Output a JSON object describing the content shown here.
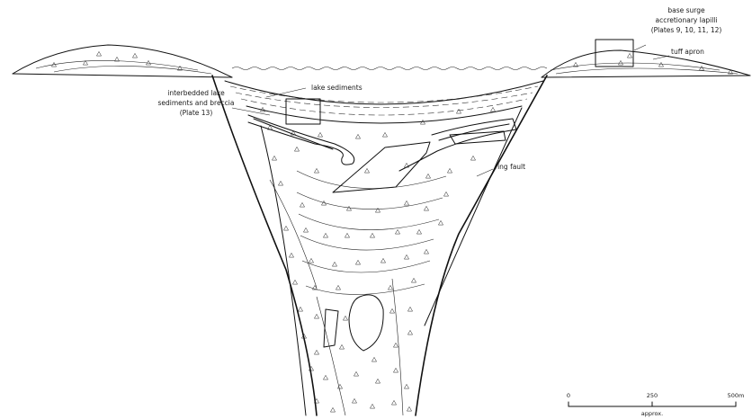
{
  "labels": {
    "base_surge_line1": "base surge",
    "base_surge_line2": "accretionary lapilli",
    "base_surge_line3": "(Plates 9, 10, 11, 12)",
    "tuff_apron": "tuff apron",
    "lake_sediments": "lake sediments",
    "interbedded_line1": "interbedded lake",
    "interbedded_line2": "sediments and breccia",
    "interbedded_line3": "(Plate 13)",
    "ring_fault": "ring fault"
  },
  "scale_bar": {
    "tick_0": "0",
    "tick_250": "250",
    "tick_500": "500m",
    "note": "approx."
  }
}
